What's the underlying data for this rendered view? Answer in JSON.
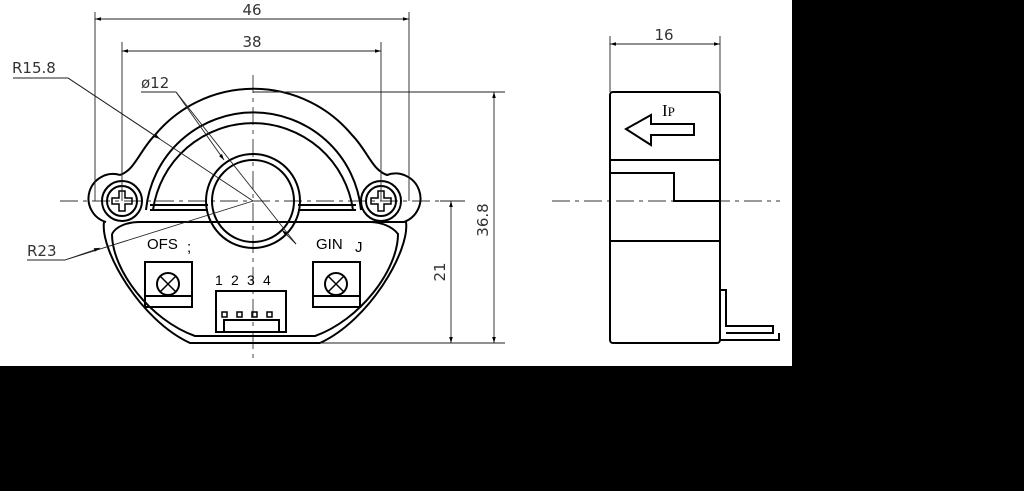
{
  "drawing": {
    "front_view": {
      "dimensions": {
        "overall_width": "46",
        "mounting_hole_spacing": "38",
        "outer_radius": "R15.8",
        "aperture_diameter": "ø12",
        "body_radius": "R23",
        "overall_height": "36.8",
        "center_to_bottom": "21"
      },
      "labels": {
        "offset": "OFS",
        "offset_mark": ";",
        "gain": "GIN",
        "gain_mark": "J"
      },
      "connector_pins": [
        "1",
        "2",
        "3",
        "4"
      ]
    },
    "side_view": {
      "dimensions": {
        "depth": "16"
      },
      "current_label_main": "I",
      "current_label_sub": "P"
    }
  },
  "colors": {
    "sheet": "#ffffff",
    "background": "#000000",
    "line": "#000000"
  }
}
